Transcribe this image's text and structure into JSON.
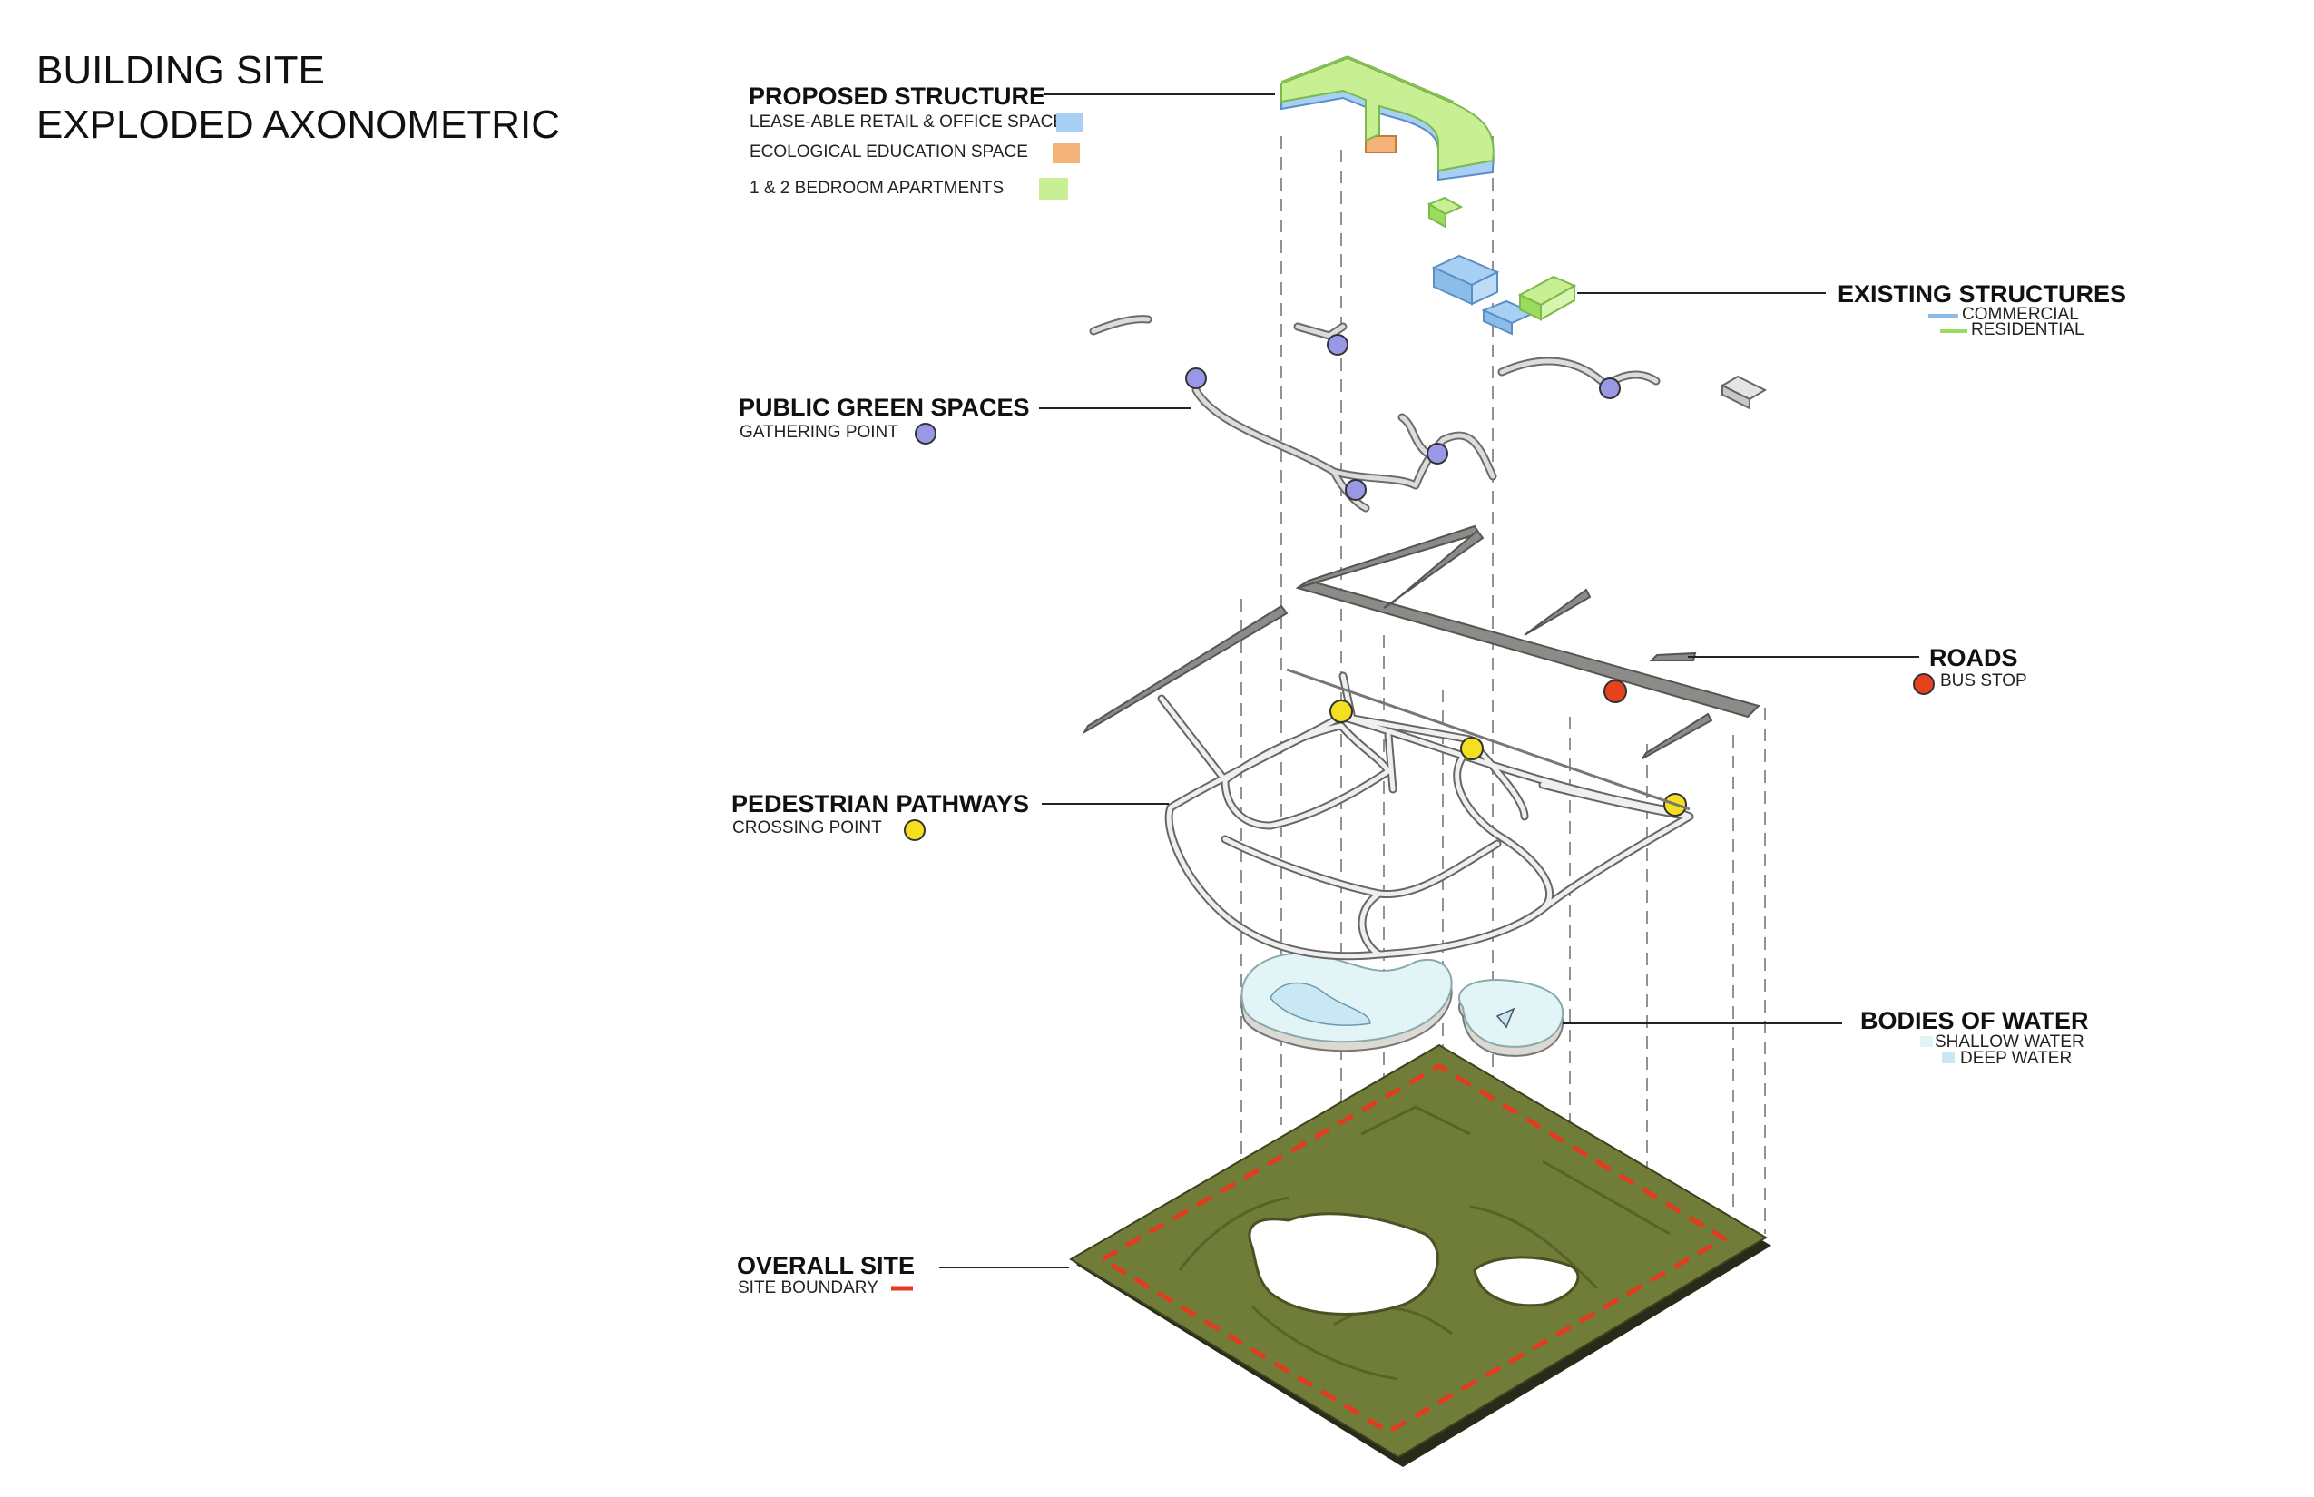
{
  "title": {
    "line1": "BUILDING SITE",
    "line2": "EXPLODED AXONOMETRIC"
  },
  "colors": {
    "retail": "#a8d0f5",
    "education": "#f2b27a",
    "apartments": "#c9ef94",
    "commercial": "#8cbcea",
    "residential": "#9bdc5f",
    "gathering": "#9898e6",
    "bus_stop": "#e8421d",
    "crossing": "#f4e01f",
    "site_green": "#6f7d38",
    "site_boundary": "#e53a1f",
    "road": "#8b8c88",
    "shallow_water": "#e2f4f6",
    "deep_water": "#c9e8f4"
  },
  "layers": {
    "proposed": {
      "label": "PROPOSED STRUCTURE",
      "items": [
        {
          "text": "LEASE-ABLE RETAIL & OFFICE SPACE",
          "swatch": "retail"
        },
        {
          "text": "ECOLOGICAL EDUCATION SPACE",
          "swatch": "education"
        },
        {
          "text": "1 & 2 BEDROOM APARTMENTS",
          "swatch": "apartments"
        }
      ]
    },
    "existing": {
      "label": "EXISTING STRUCTURES",
      "items": [
        {
          "text": "COMMERCIAL",
          "swatch": "commercial"
        },
        {
          "text": "RESIDENTIAL",
          "swatch": "residential"
        }
      ]
    },
    "green": {
      "label": "PUBLIC GREEN SPACES",
      "sub": "GATHERING POINT"
    },
    "roads": {
      "label": "ROADS",
      "sub": "BUS STOP"
    },
    "pedestrian": {
      "label": "PEDESTRIAN PATHWAYS",
      "sub": "CROSSING POINT"
    },
    "water": {
      "label": "BODIES OF WATER",
      "items": [
        {
          "text": "SHALLOW WATER",
          "swatch": "shallow_water"
        },
        {
          "text": "DEEP WATER",
          "swatch": "deep_water"
        }
      ]
    },
    "site": {
      "label": "OVERALL SITE",
      "sub": "SITE BOUNDARY"
    }
  }
}
